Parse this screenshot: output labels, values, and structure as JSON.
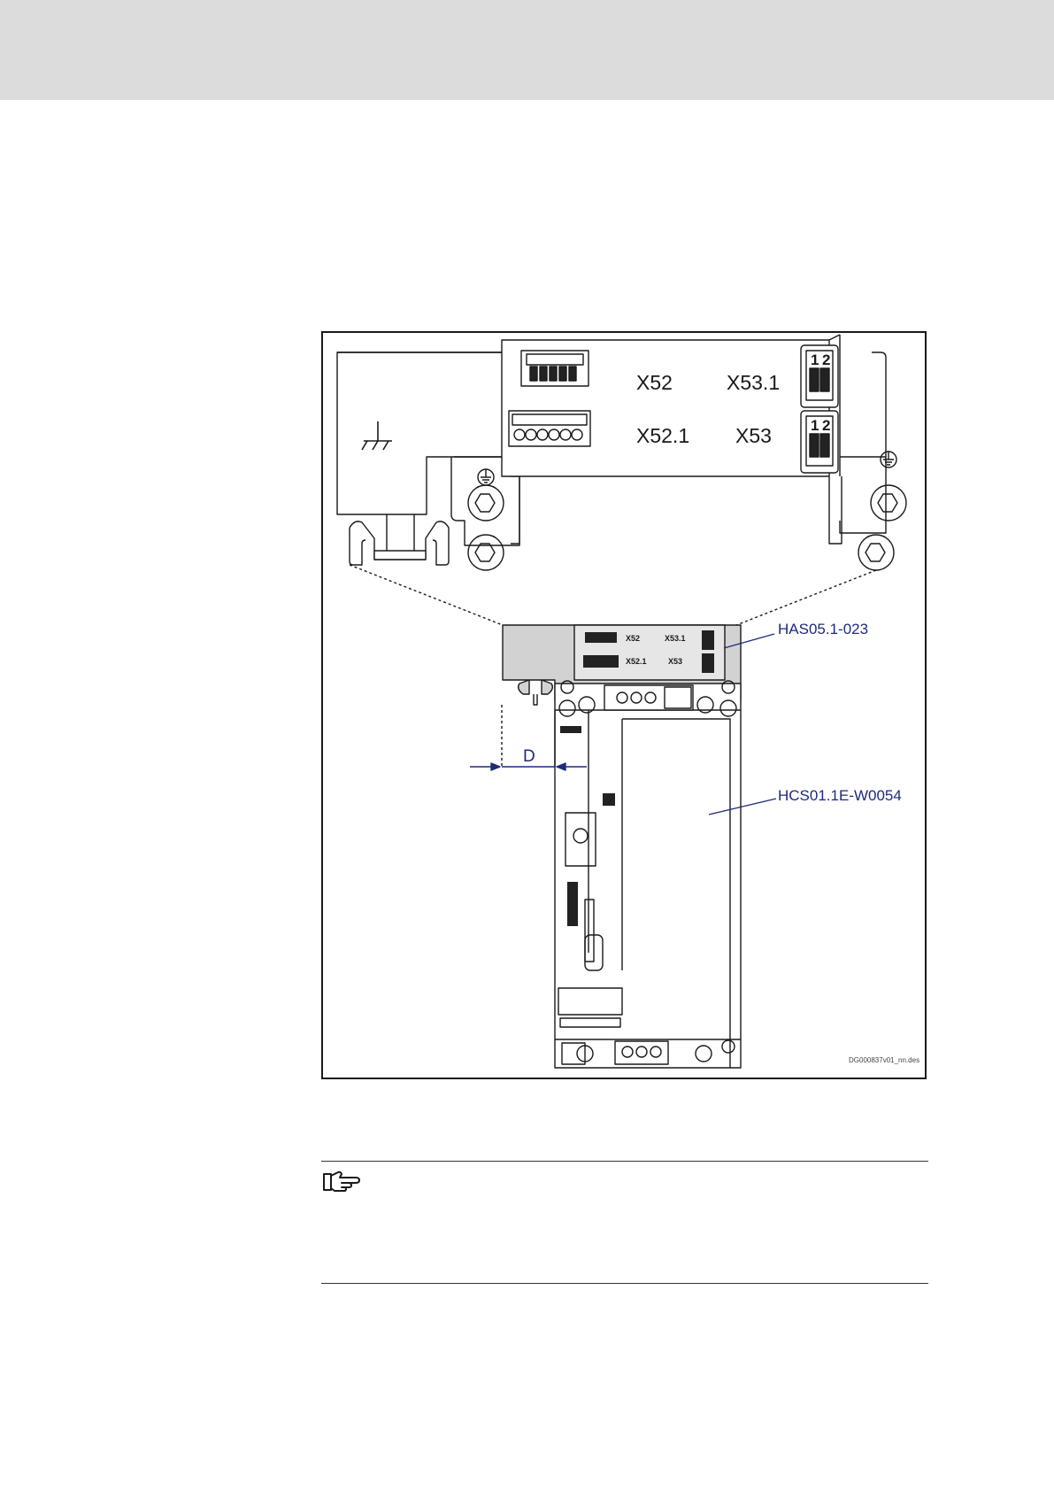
{
  "figure": {
    "detail_labels": {
      "x52": "X52",
      "x53_1": "X53.1",
      "x52_1": "X52.1",
      "x53": "X53",
      "pin_1": "1",
      "pin_2": "2"
    },
    "small_labels": {
      "x52": "X52",
      "x53_1": "X53.1",
      "x52_1": "X52.1",
      "x53": "X53"
    },
    "callouts": {
      "shield": "HAS05.1-023",
      "drive": "HCS01.1E-W0054"
    },
    "dimension_label": "D",
    "doc_id": "DG000837v01_nn.des"
  },
  "colors": {
    "callout": "#1f2a7a",
    "shield_fill": "#d2d2d2",
    "header_band": "#dcdcdc"
  },
  "icons": {
    "ground": "ground-icon",
    "protective_earth": "protective-earth-icon",
    "screw": "screw-icon",
    "note": "pointing-hand-icon"
  }
}
